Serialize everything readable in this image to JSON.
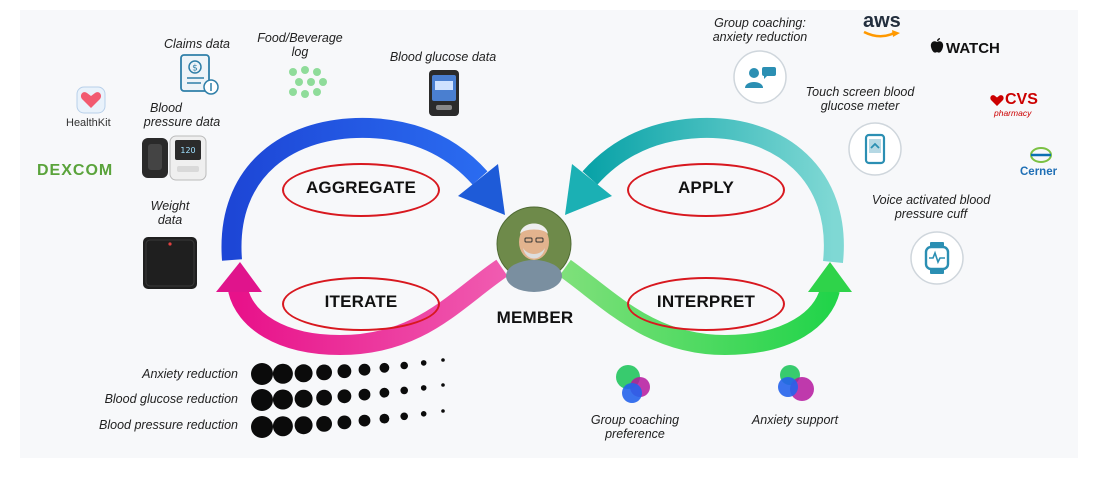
{
  "center": {
    "member_label": "MEMBER"
  },
  "stages": {
    "aggregate": "AGGREGATE",
    "apply": "APPLY",
    "iterate": "ITERATE",
    "interpret": "INTERPRET"
  },
  "data_sources": {
    "claims": "Claims data",
    "food_line1": "Food/Beverage",
    "food_line2": "log",
    "glucose": "Blood glucose data",
    "bp_line1": "Blood",
    "bp_line2": "pressure data",
    "weight_line1": "Weight",
    "weight_line2": "data"
  },
  "partners_left": {
    "healthkit": "HealthKit",
    "dexcom": "DEXCOM"
  },
  "partners_right": {
    "aws": "aws",
    "watch": "WATCH",
    "cvs": "CVS",
    "cvs_sub": "pharmacy",
    "cerner": "Cerner"
  },
  "interventions": {
    "group_line1": "Group coaching:",
    "group_line2": "anxiety reduction",
    "meter_line1": "Touch screen blood",
    "meter_line2": "glucose meter",
    "cuff_line1": "Voice activated blood",
    "cuff_line2": "pressure cuff"
  },
  "insights": {
    "group_pref_line1": "Group coaching",
    "group_pref_line2": "preference",
    "anxiety_support": "Anxiety support"
  },
  "outcomes": [
    "Anxiety reduction",
    "Blood glucose reduction",
    "Blood pressure reduction"
  ],
  "colors": {
    "blue": "#1e5bd8",
    "magenta": "#e0148c",
    "teal": "#2bb5b8",
    "green": "#2fd34a",
    "red_ring": "#d8181f"
  }
}
